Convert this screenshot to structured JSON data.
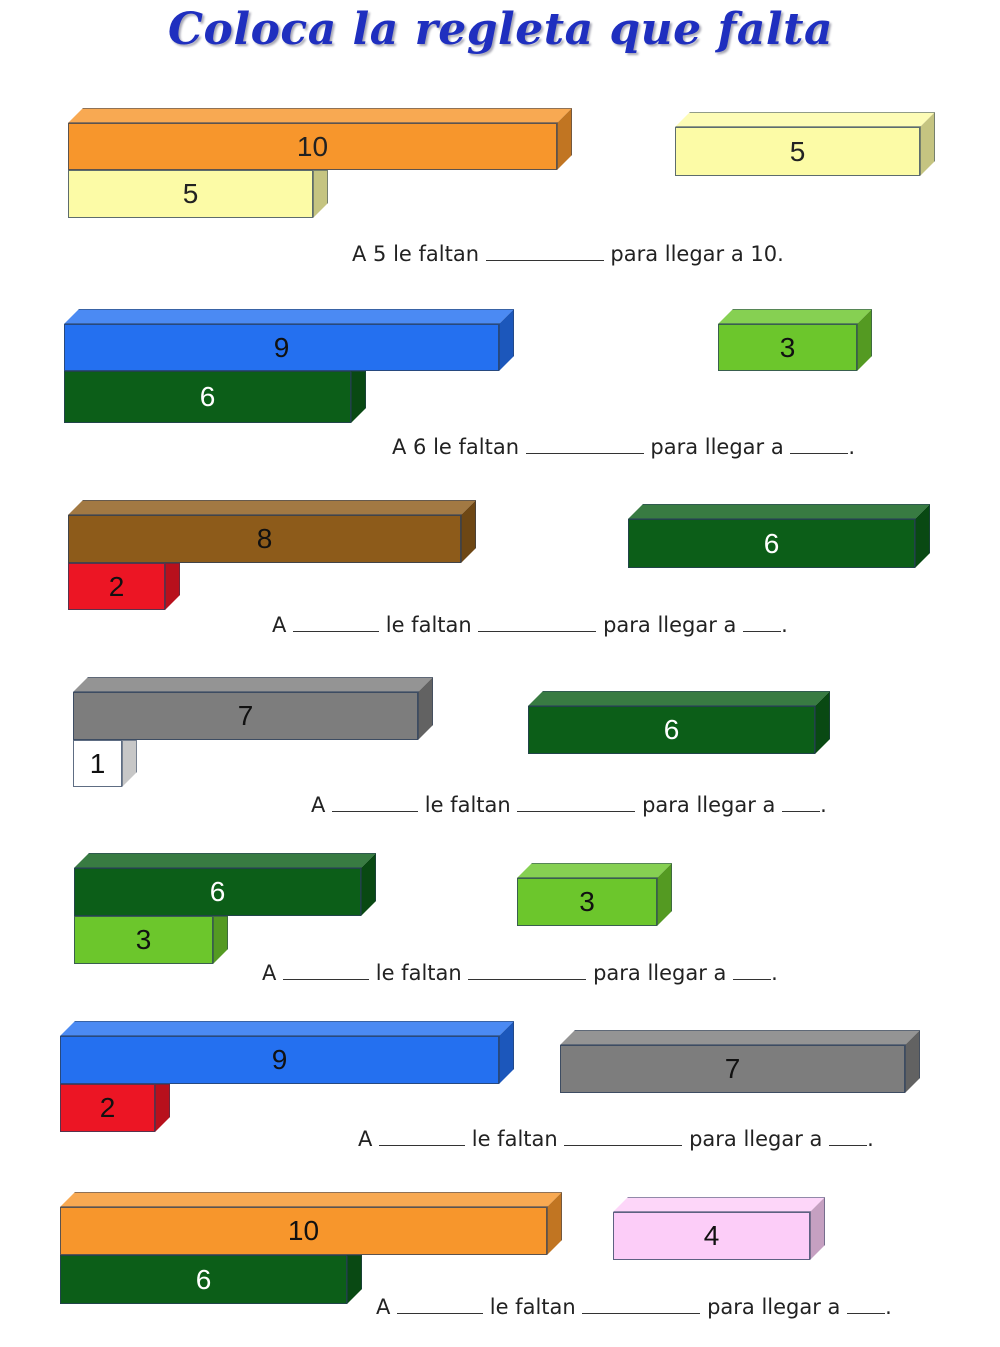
{
  "title": "Coloca la regleta que falta",
  "colors": {
    "orange": "#f7962c",
    "yellow": "#fcfba6",
    "blue": "#2470f0",
    "dark_green": "#0c5e18",
    "light_green": "#6cc62c",
    "brown": "#8d5b1a",
    "red": "#ec1524",
    "gray": "#7d7d7d",
    "white": "#ffffff",
    "pink": "#fccdf8"
  },
  "exercises": [
    {
      "long_rod": "10",
      "short_rod": "5",
      "answer_rod": "5",
      "sentence": {
        "a": "A 5 le faltan",
        "b": "para llegar a  10."
      }
    },
    {
      "long_rod": "9",
      "short_rod": "6",
      "answer_rod": "3",
      "sentence": {
        "a": "A 6 le faltan",
        "b": "para llegar a",
        "end": "."
      }
    },
    {
      "long_rod": "8",
      "short_rod": "2",
      "answer_rod": "6",
      "sentence": {
        "a": "A",
        "b": "le faltan",
        "c": "para llegar a",
        "end": "."
      }
    },
    {
      "long_rod": "7",
      "short_rod": "1",
      "answer_rod": "6",
      "sentence": {
        "a": "A",
        "b": "le faltan",
        "c": "para llegar a",
        "end": "."
      }
    },
    {
      "long_rod": "6",
      "short_rod": "3",
      "answer_rod": "3",
      "sentence": {
        "a": "A",
        "b": "le faltan",
        "c": "para llegar a",
        "end": "."
      }
    },
    {
      "long_rod": "9",
      "short_rod": "2",
      "answer_rod": "7",
      "sentence": {
        "a": "A",
        "b": "le faltan",
        "c": "para llegar a",
        "end": "."
      }
    },
    {
      "long_rod": "10",
      "short_rod": "6",
      "answer_rod": "4",
      "sentence": {
        "a": "A",
        "b": "le faltan",
        "c": "para llegar a",
        "end": "."
      }
    }
  ]
}
